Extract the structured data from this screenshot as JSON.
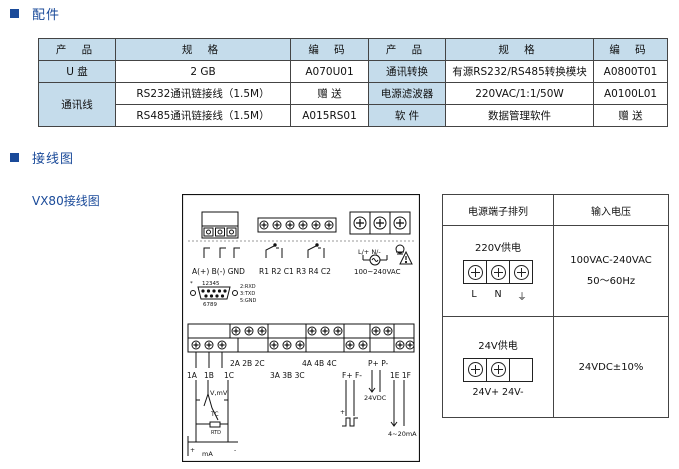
{
  "sections": {
    "accessories_title": "配件",
    "wiring_title": "接线图",
    "vx80_title": "VX80接线图"
  },
  "accessories": {
    "headers": [
      "产 品",
      "规 格",
      "编 码",
      "产 品",
      "规 格",
      "编 码"
    ],
    "udisk_product": "U 盘",
    "udisk_spec": "2 GB",
    "udisk_code": "A070U01",
    "comm_product": "通讯转换",
    "comm_spec": "有源RS232/RS485转换模块",
    "comm_code": "A0800T01",
    "cable_product": "通讯线",
    "rs232_spec": "RS232通讯链接线（1.5M）",
    "rs232_code": "赠 送",
    "filter_product": "电源滤波器",
    "filter_spec": "220VAC/1:1/50W",
    "filter_code": "A0100L01",
    "rs485_spec": "RS485通讯链接线（1.5M）",
    "rs485_code": "A015RS01",
    "software_product": "软 件",
    "software_spec": "数据管理软件",
    "software_code": "赠 送"
  },
  "diagram": {
    "rs485": "A(+)  B(-)  GND",
    "relays_a": "R1 R2 C1 R3 R4 C2",
    "power_ln": "L/+   N/-",
    "power_range": "100~240VAC",
    "db9_top": "12345",
    "db9_bottom": "6789",
    "db9_pin_2": "2:RXD",
    "db9_pin_3": "3:TXD",
    "db9_pin_5": "5:GND",
    "ch_2abc": "2A 2B 2C",
    "ch_3abc": "3A 3B 3C",
    "ch_4abc": "4A 4B 4C",
    "ch_pp": "P+ P-",
    "ch_1a": "1A",
    "ch_1b": "1B",
    "ch_1c": "1C",
    "ch_ff": "F+ F-",
    "ch_1e1f": "1E 1F",
    "v_mv": "V,mV",
    "tc": "TC",
    "rtd": "RTD",
    "ma": "mA",
    "v24": "24VDC",
    "ma420": "4~20mA"
  },
  "power_table": {
    "col1": "电源端子排列",
    "col2": "输入电压",
    "ac_title": "220V供电",
    "ac_l": "L",
    "ac_n": "N",
    "ac_voltage": "100VAC-240VAC",
    "ac_freq": "50～60Hz",
    "dc_title": "24V供电",
    "dc_labels": "24V+ 24V-",
    "dc_voltage": "24VDC±10%"
  },
  "colors": {
    "accent": "#1a4a99",
    "table_header_bg": "#c5dceb"
  }
}
